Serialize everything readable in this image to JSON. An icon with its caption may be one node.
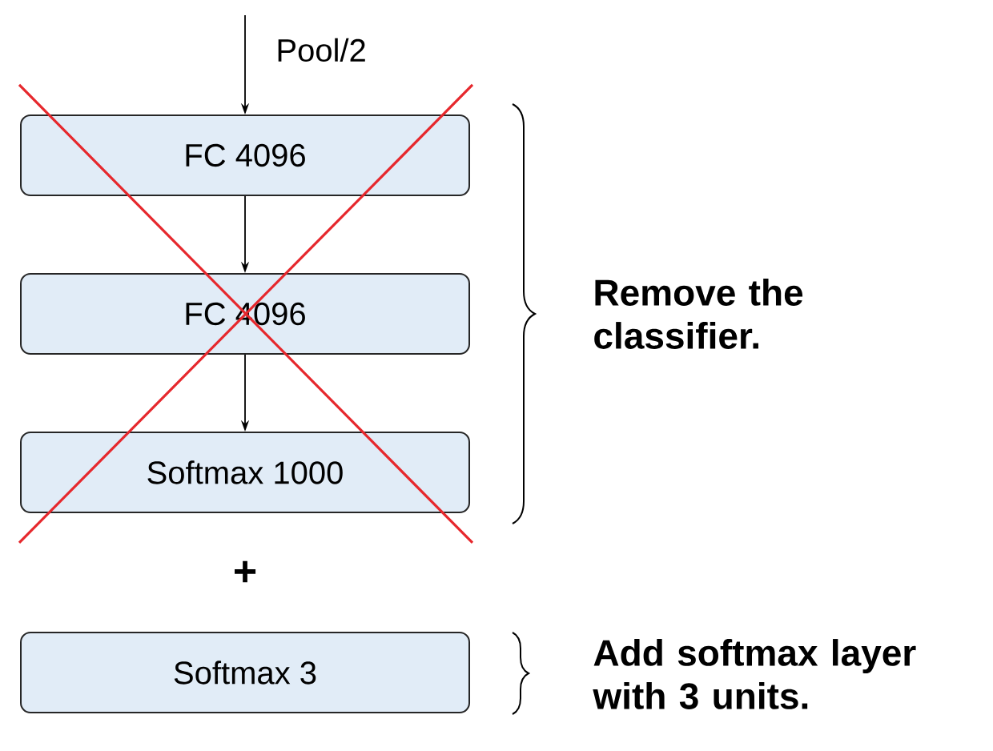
{
  "diagram": {
    "nodes": [
      {
        "text": [
          "FC 4096"
        ]
      },
      {
        "text": [
          "FC 4096"
        ]
      },
      {
        "text": [
          "Softmax 1000"
        ]
      },
      {
        "text": [
          "Softmax 3"
        ]
      }
    ],
    "edges": [
      {
        "from": null,
        "to": 0,
        "arrow": "to",
        "label": "Pool/2"
      },
      {
        "from": 0,
        "to": 1,
        "arrow": "to"
      },
      {
        "from": 1,
        "to": 2,
        "arrow": "to"
      }
    ],
    "labels": [
      "+",
      "Remove the classifier.",
      "Add softmax layer with 3 units."
    ]
  }
}
